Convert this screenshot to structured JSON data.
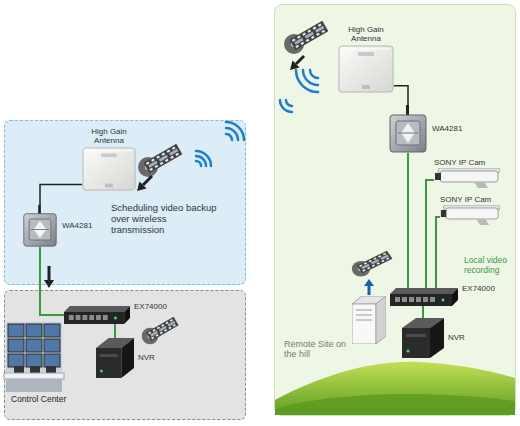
{
  "diagram": {
    "nodes": [
      {
        "text": [
          "Scheduling video backup over wireless transmission"
        ]
      },
      {
        "text": [
          "High Gain Antenna"
        ],
        "in": 0
      },
      {
        "text": [
          "WA4281"
        ],
        "in": 0
      },
      {
        "text": [
          "Control Center"
        ]
      },
      {
        "text": [
          "EX74000"
        ],
        "in": 3
      },
      {
        "text": [
          "NVR"
        ],
        "in": 3
      },
      {
        "text": [
          "Remote Site on the hill"
        ]
      },
      {
        "text": [
          "High Gain Antenna"
        ],
        "in": 6
      },
      {
        "text": [
          "WA4281"
        ],
        "in": 6
      },
      {
        "text": [
          "SONY IP Cam"
        ],
        "in": 6
      },
      {
        "text": [
          "SONY IP Cam"
        ],
        "in": 6
      },
      {
        "text": [
          "EX74000"
        ],
        "in": 6
      },
      {
        "text": [
          "NVR"
        ],
        "in": 6
      }
    ],
    "edges": [
      {
        "from": 1,
        "to": 2,
        "arrow": "none"
      },
      {
        "from": 2,
        "to": 4,
        "arrow": "none"
      },
      {
        "from": 4,
        "to": 5,
        "arrow": "none"
      },
      {
        "from": 7,
        "to": 8,
        "arrow": "none"
      },
      {
        "from": 8,
        "to": 11,
        "arrow": "none"
      },
      {
        "from": 9,
        "to": 11,
        "arrow": "none"
      },
      {
        "from": 10,
        "to": 11,
        "arrow": "none"
      },
      {
        "from": 11,
        "to": 12,
        "arrow": "none"
      }
    ],
    "labels": [
      "Local video recording"
    ]
  }
}
